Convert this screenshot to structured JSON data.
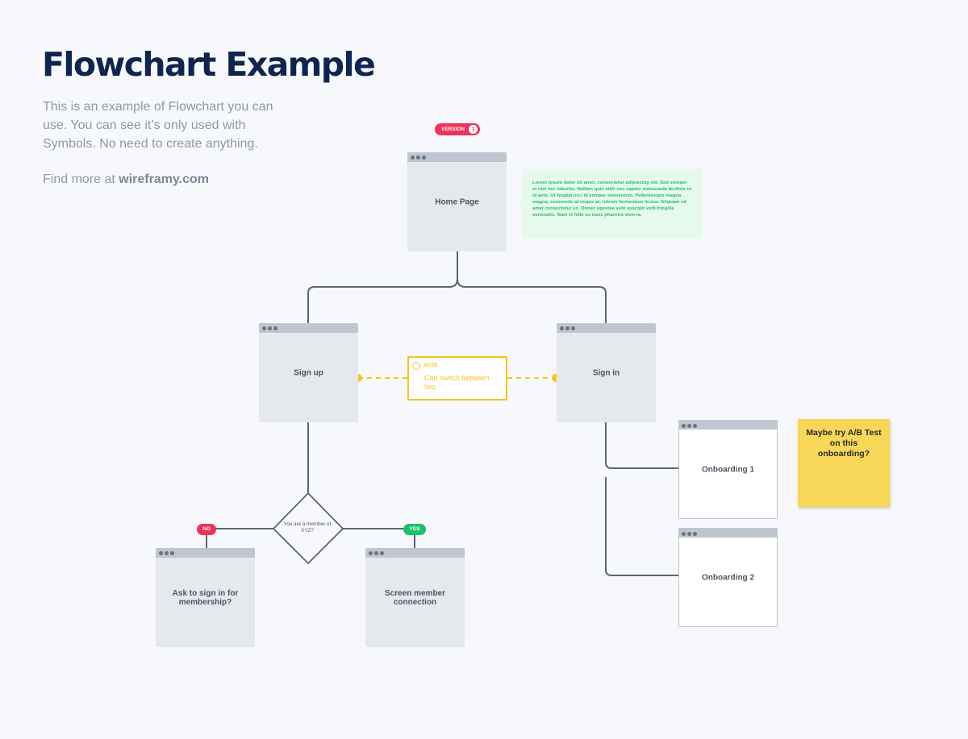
{
  "header": {
    "title": "Flowchart Example",
    "description": "This is an example of Flowchart you can use. You can see it’s only used with Symbols. No need to create anything.",
    "find_more_prefix": "Find more at ",
    "find_more_link": "wireframy.com"
  },
  "version_badge": {
    "label": "VERSION",
    "number": "1"
  },
  "nodes": {
    "home": "Home Page",
    "signup": "Sign up",
    "signin": "Sign in",
    "ask": "Ask to sign in for membership?",
    "screen": "Screen member connection",
    "onboarding1": "Onboarding 1",
    "onboarding2": "Onboarding 2"
  },
  "decision": {
    "label": "You are a member of XYZ?",
    "no": "NO",
    "yes": "YES"
  },
  "notes": {
    "lorem": "Lorem ipsum dolor sit amet, consectetur adipiscing elit. Sed semper et nisl nec lobortis. Nullam quis nibh nec sapien malesuada facilisis in id ante. Ut feugiat orci id semper elementum. Pellentesque magna magna, commodo at neque at, rutrum fermentum lectus. Aliquam sit amet consectetur ex. Donec egestas velit suscipit velit fringilla venenatis. Nam et felis eu nunc pharetra viverra.",
    "note_heading": "NOTE",
    "note_text": "Can switch between two",
    "sticky": "Maybe try A/B Test on this onboarding?"
  },
  "colors": {
    "title": "#0f2550",
    "connector": "#5c6470",
    "badge_red": "#f0325a",
    "badge_green": "#18c26e",
    "note_yellow": "#f6c61e",
    "note_green": "#26bf63",
    "sticky": "#f8d657"
  }
}
